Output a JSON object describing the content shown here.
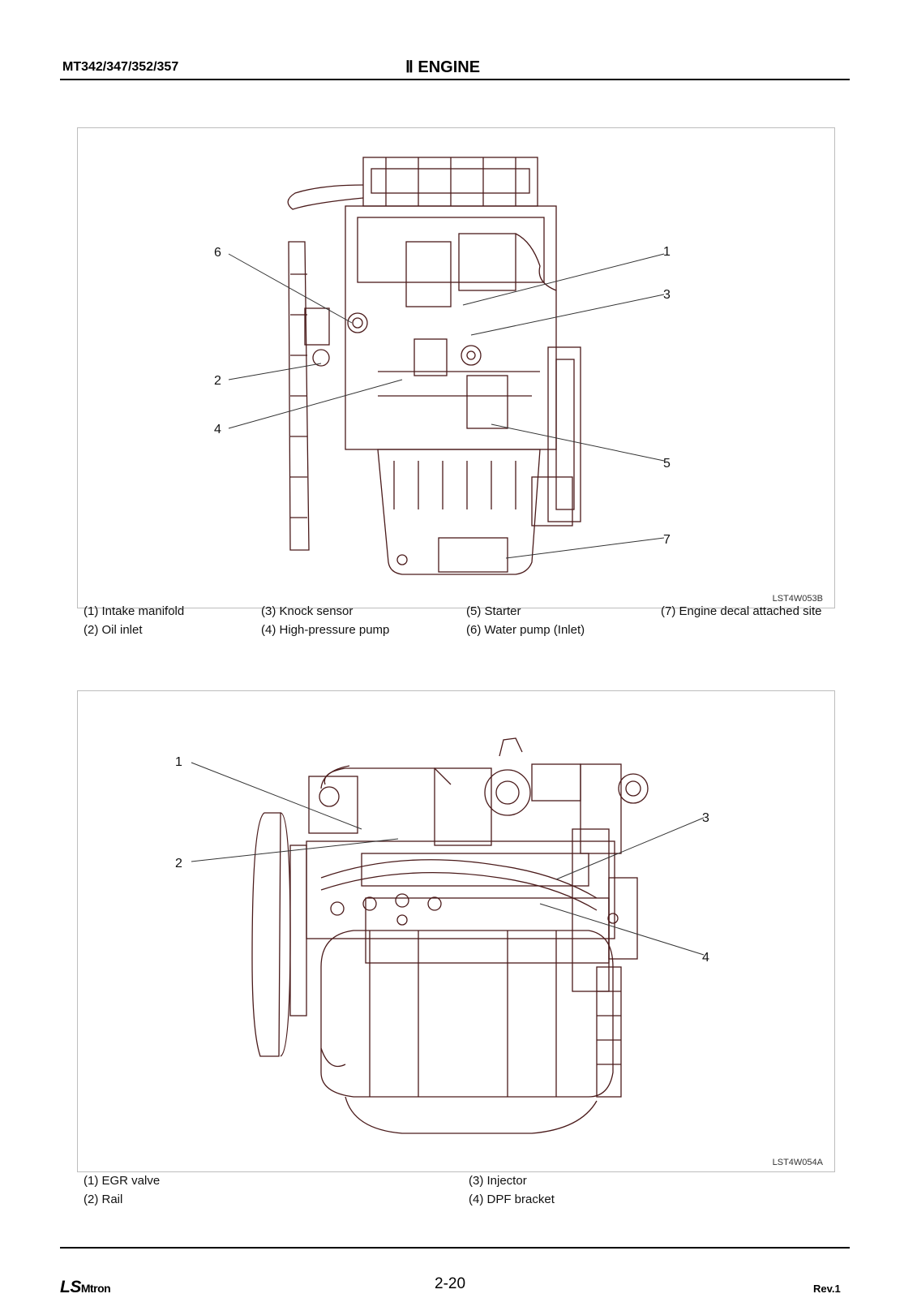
{
  "header": {
    "model": "MT342/347/352/357",
    "section": "Ⅱ ENGINE"
  },
  "figure1": {
    "code": "LST4W053B",
    "callouts": [
      "1",
      "2",
      "3",
      "4",
      "5",
      "6",
      "7"
    ],
    "captions": [
      "(1) Intake manifold",
      "(2) Oil inlet",
      "(3) Knock sensor",
      "(4) High-pressure pump",
      "(5) Starter",
      "(6) Water pump (Inlet)",
      "(7) Engine decal attached site"
    ]
  },
  "figure2": {
    "code": "LST4W054A",
    "callouts": [
      "1",
      "2",
      "3",
      "4"
    ],
    "captions": [
      "(1) EGR valve",
      "(2) Rail",
      "(3) Injector",
      "(4) DPF bracket"
    ]
  },
  "footer": {
    "logo_ls": "LS",
    "logo_mtron": "Mtron",
    "page": "2-20",
    "rev": "Rev.1"
  },
  "colors": {
    "drawing_line": "#4a1a1a",
    "frame": "#bdbdbd"
  }
}
